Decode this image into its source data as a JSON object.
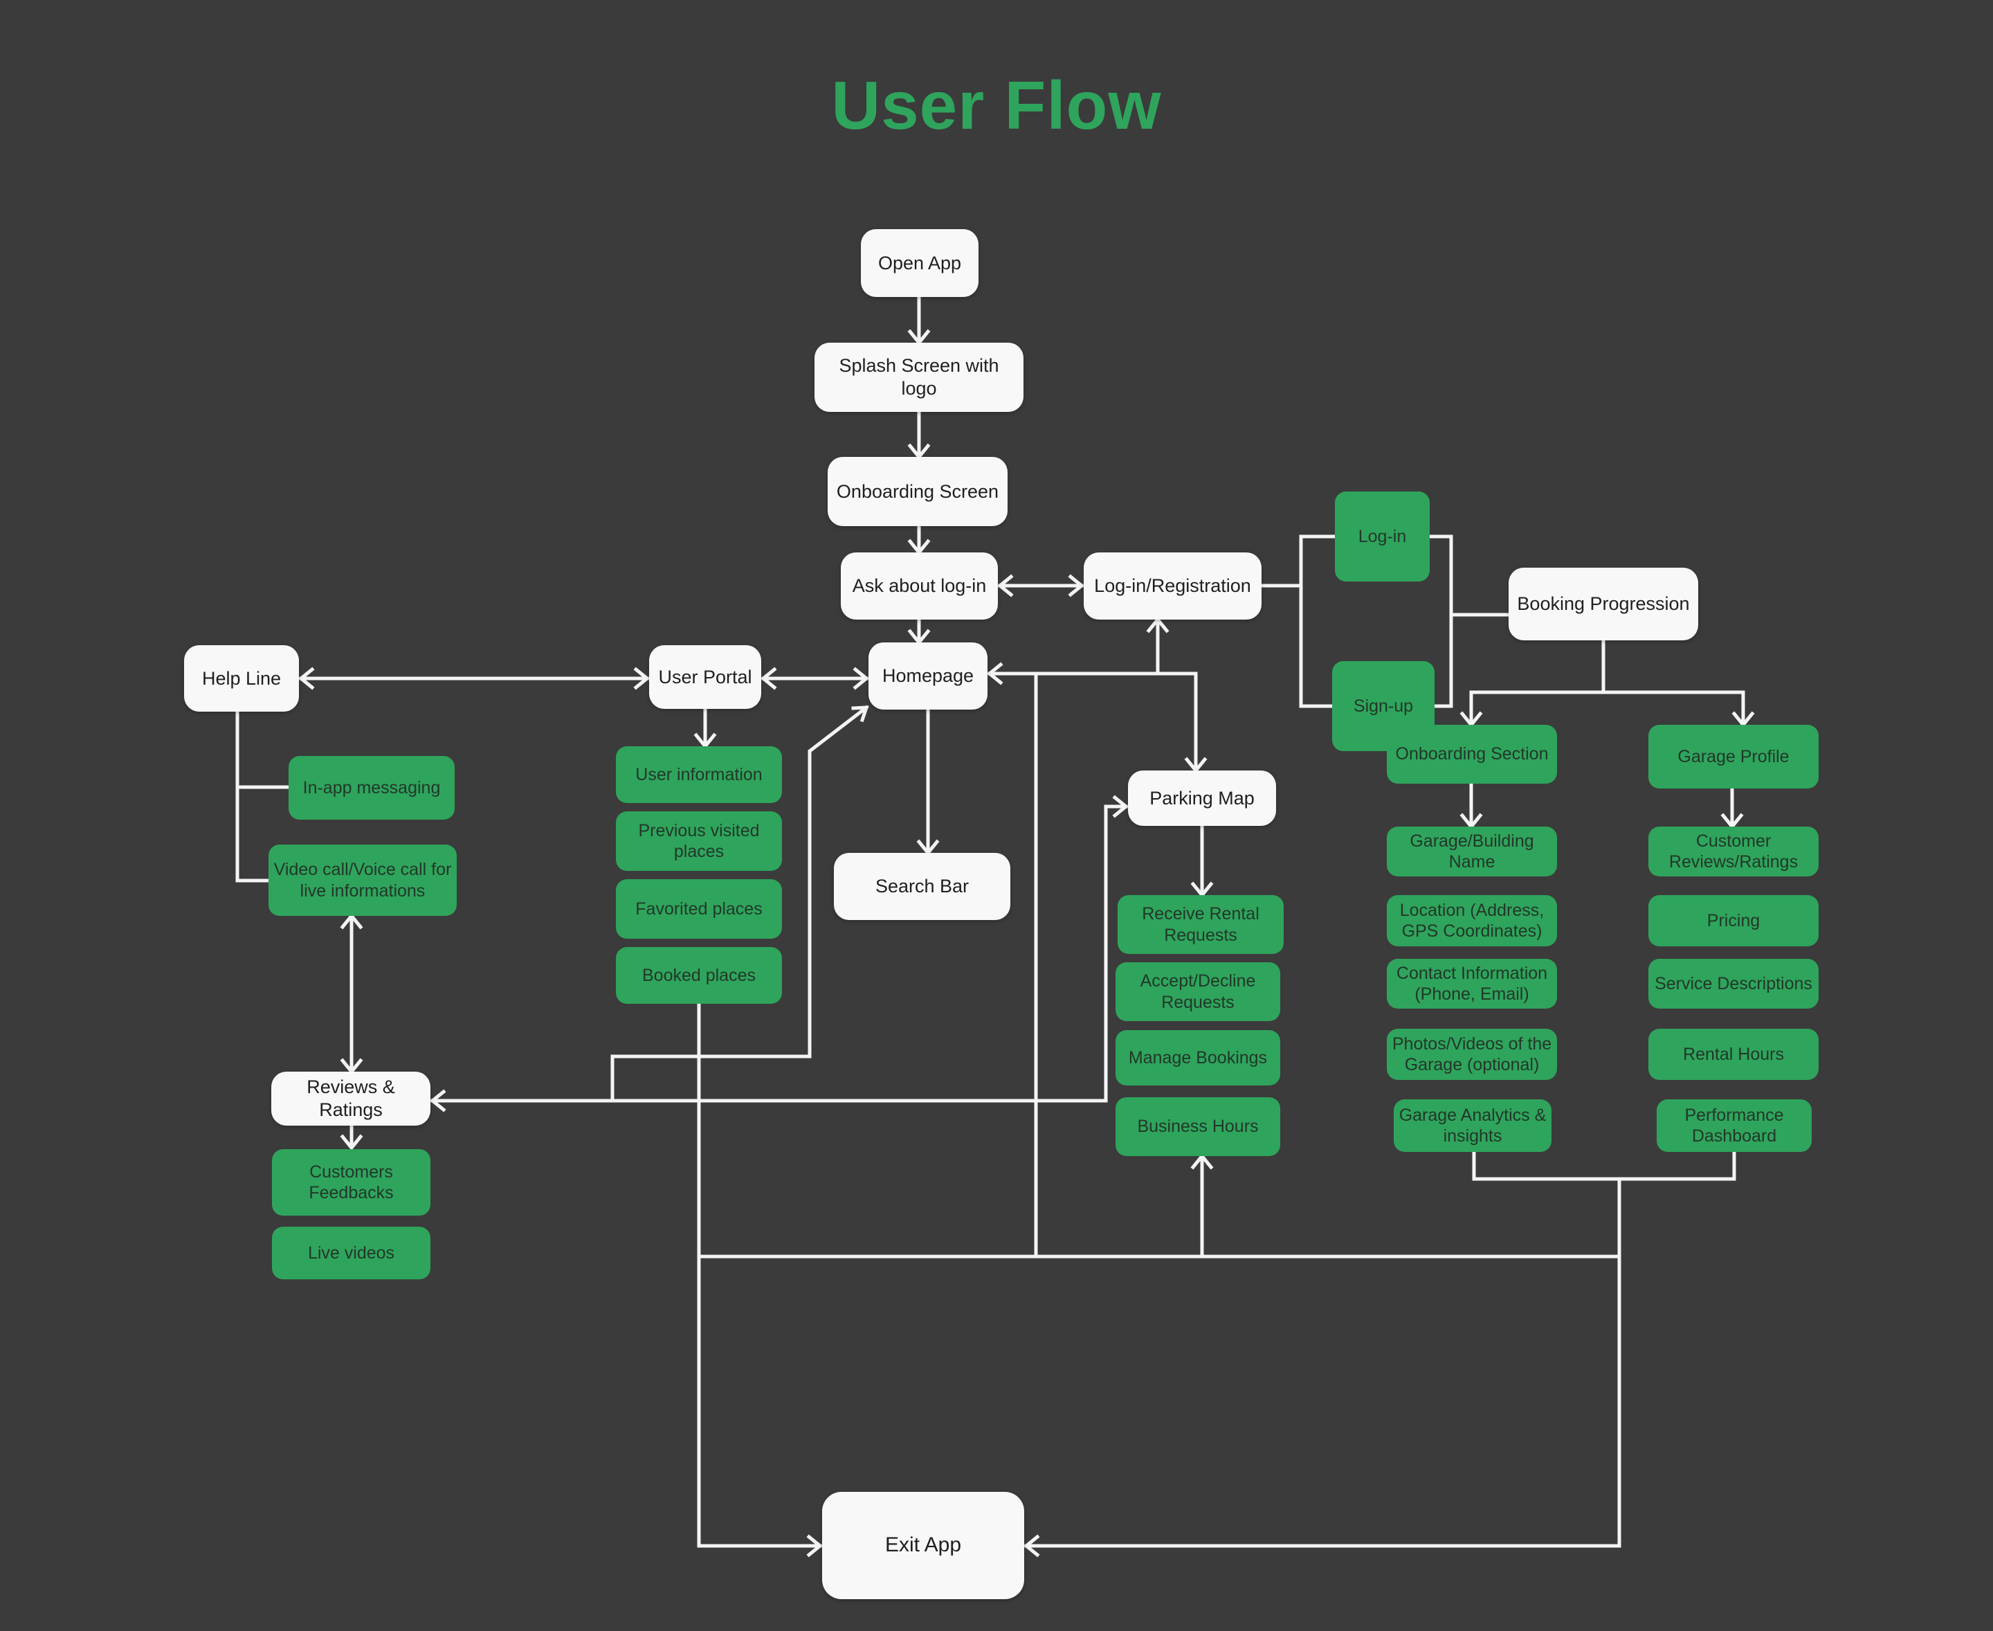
{
  "title": "User Flow",
  "colors": {
    "background": "#3b3b3b",
    "accent_green": "#2fa45c",
    "node_white": "#f8f8f8",
    "connector": "#f4f4f4",
    "text_on_white": "#202020",
    "text_on_green": "#213829"
  },
  "nodes": {
    "open_app": "Open App",
    "splash": "Splash Screen with logo",
    "onboarding_screen": "Onboarding Screen",
    "ask_login": "Ask about log-in",
    "login_registration": "Log-in/Registration",
    "login": "Log-in",
    "signup": "Sign-up",
    "booking_progression": "Booking Progression",
    "help_line": "Help Line",
    "user_portal": "User Portal",
    "homepage": "Homepage",
    "in_app_messaging": "In-app messaging",
    "video_call": "Video call/Voice call for live informations",
    "user_information": "User information",
    "previous_visited": "Previous visited places",
    "favorited_places": "Favorited places",
    "booked_places": "Booked places",
    "search_bar": "Search Bar",
    "parking_map": "Parking Map",
    "receive_rental": "Receive Rental Requests",
    "accept_decline": "Accept/Decline Requests",
    "manage_bookings": "Manage Bookings",
    "business_hours": "Business Hours",
    "onboarding_section": "Onboarding Section",
    "garage_building": "Garage/Building Name",
    "location": "Location (Address, GPS Coordinates)",
    "contact_info": "Contact Information (Phone, Email)",
    "photos_videos": "Photos/Videos of the Garage (optional)",
    "garage_analytics": "Garage Analytics & insights",
    "garage_profile": "Garage Profile",
    "customer_reviews": "Customer Reviews/Ratings",
    "pricing": "Pricing",
    "service_descriptions": "Service Descriptions",
    "rental_hours": "Rental Hours",
    "performance_dashboard": "Performance Dashboard",
    "reviews_ratings": "Reviews & Ratings",
    "customers_feedbacks": "Customers Feedbacks",
    "live_videos": "Live videos",
    "exit_app": "Exit App"
  }
}
